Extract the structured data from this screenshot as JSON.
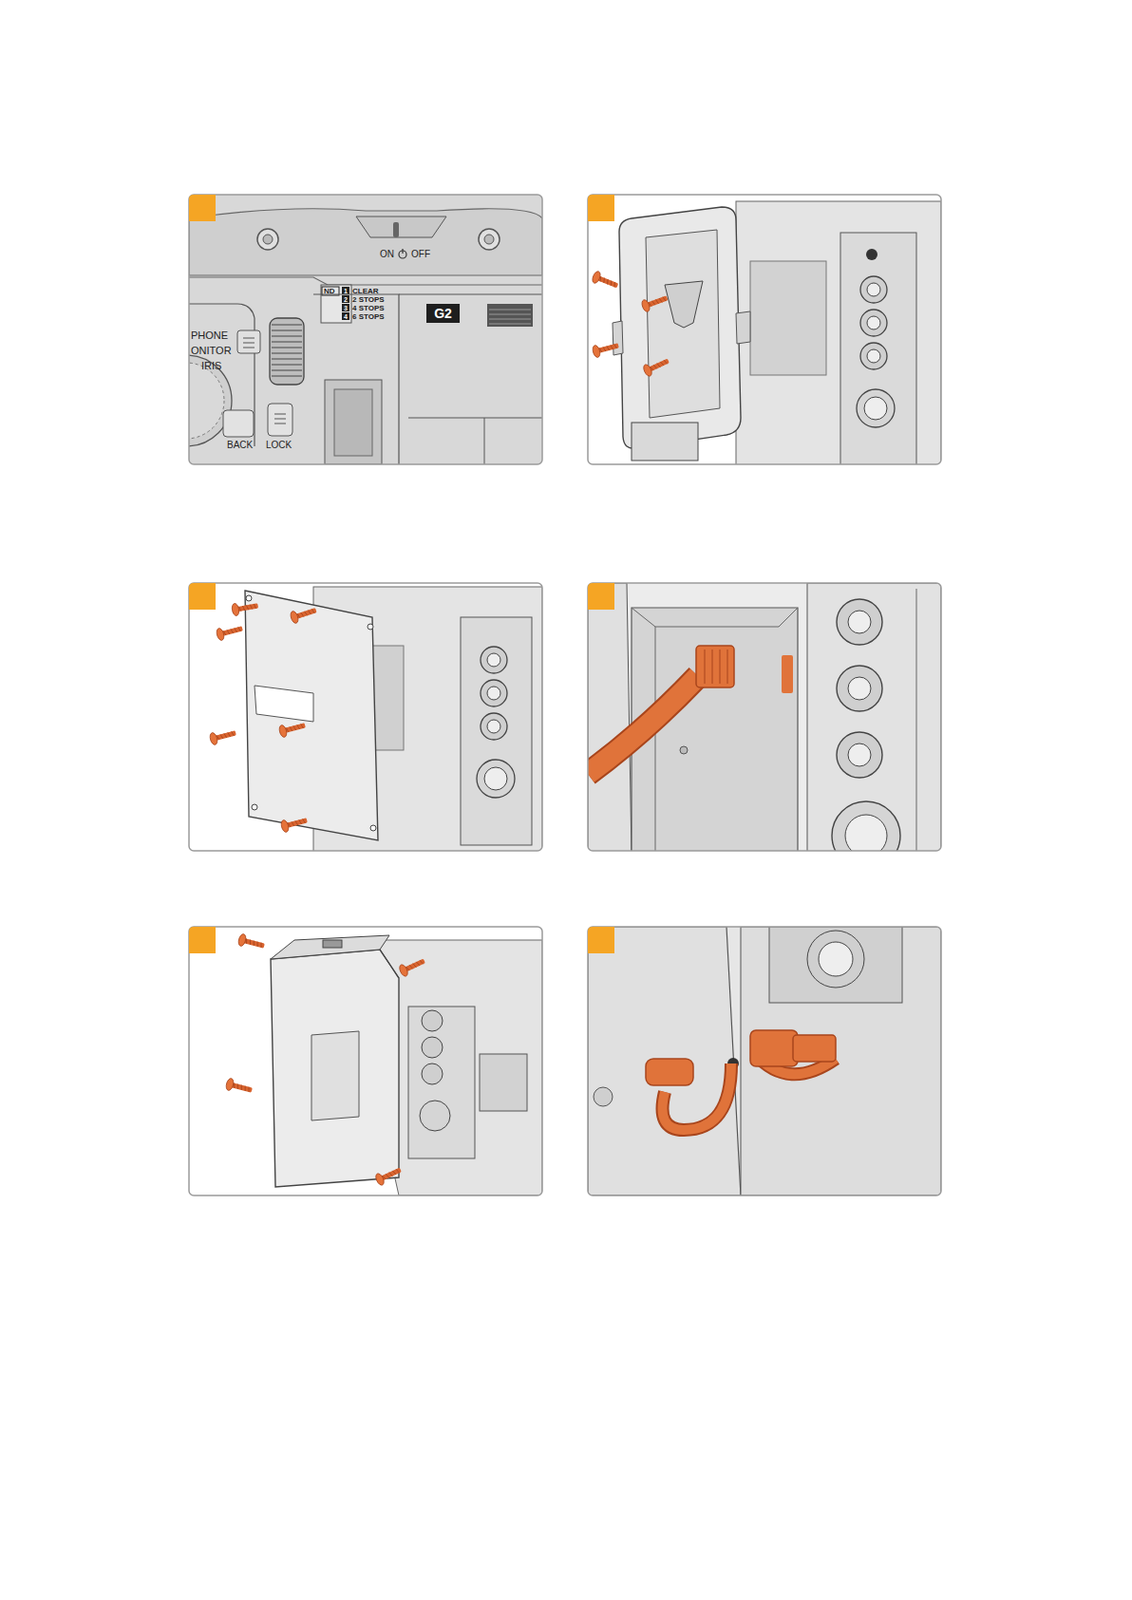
{
  "diagram": {
    "labels": [
      "ON",
      "OFF",
      "ND",
      "1",
      "CLEAR",
      "2",
      "2 STOPS",
      "3",
      "4 STOPS",
      "4",
      "6 STOPS",
      "PHONE",
      "ONITOR",
      "IRIS",
      "BACK",
      "LOCK",
      "G2"
    ]
  }
}
